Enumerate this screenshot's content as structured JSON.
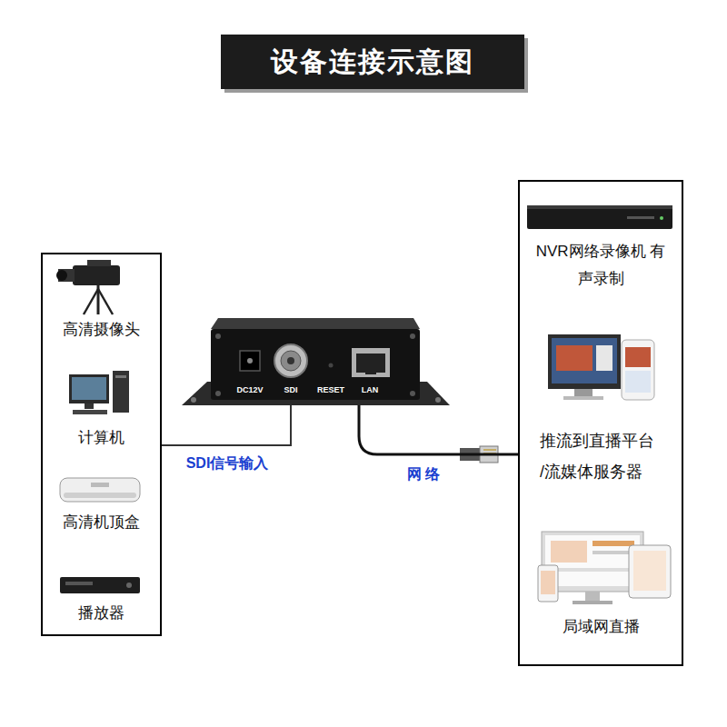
{
  "diagram": {
    "title": "设备连接示意图",
    "nodes": [
      {
        "text": [
          "高清摄像头",
          "计算机",
          "高清机顶盒",
          "播放器"
        ]
      },
      {
        "text": [
          "DC12V",
          "SDI",
          "RESET",
          "LAN"
        ]
      },
      {
        "text": [
          "NVR网络录像机 有声录制",
          "推流到直播平台 /流媒体服务器",
          "局域网直播"
        ]
      }
    ],
    "edges": [
      {
        "from": 0,
        "to": 1,
        "arrow": "none",
        "label": "SDI信号输入"
      },
      {
        "from": 1,
        "to": 2,
        "arrow": "none",
        "label": "网 络"
      }
    ]
  }
}
